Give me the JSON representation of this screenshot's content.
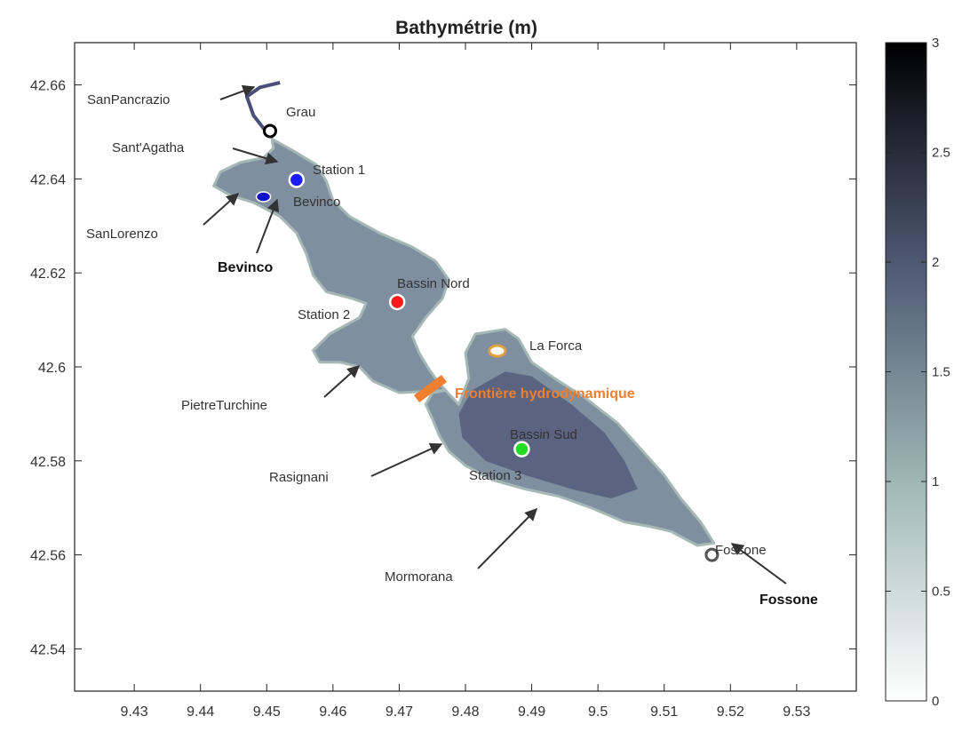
{
  "figure": {
    "title": "Bathymétrie (m)",
    "xlim": [
      9.421,
      9.539
    ],
    "ylim": [
      42.531,
      42.669
    ],
    "xticks": [
      9.43,
      9.44,
      9.45,
      9.46,
      9.47,
      9.48,
      9.49,
      9.5,
      9.51,
      9.52,
      9.53
    ],
    "yticks": [
      42.54,
      42.56,
      42.58,
      42.6,
      42.62,
      42.64,
      42.66
    ],
    "colorbar": {
      "min": 0,
      "max": 3,
      "ticks": [
        0,
        0.5,
        1,
        1.5,
        2,
        2.5,
        3
      ],
      "colors": [
        "#ffffff",
        "#9fb8b4",
        "#4f5a74",
        "#000000"
      ]
    },
    "colors": {
      "lagoon_shallow": "#a6b8b6",
      "lagoon_mid": "#7f8fa0",
      "lagoon_deep": "#4e5475",
      "channel": "#4a4f7a",
      "station1": "#1c1cff",
      "bevinco": "#1010cc",
      "station2": "#ff1a1a",
      "la_forca": "#e0a040",
      "frontier": "#f07f30",
      "station3": "#22dd22",
      "fossone": "#ff22ff",
      "arrow": "#333333"
    }
  },
  "points": [
    {
      "name": "Grau",
      "lon": 9.4505,
      "lat": 42.6502,
      "style": "open",
      "color": "#000000"
    },
    {
      "name": "Station 1",
      "lon": 9.4545,
      "lat": 42.6398,
      "style": "filled",
      "color": "#1c1cff"
    },
    {
      "name": "Bevinco",
      "lon": 9.4495,
      "lat": 42.6362,
      "style": "ellipse",
      "color": "#1010cc"
    },
    {
      "name": "Station 2",
      "lon": 9.4697,
      "lat": 42.6138,
      "style": "filled",
      "color": "#ff1a1a"
    },
    {
      "name": "La Forca",
      "lon": 9.4848,
      "lat": 42.6034,
      "style": "ring",
      "color": "#e0a040"
    },
    {
      "name": "Station 3",
      "lon": 9.4885,
      "lat": 42.5825,
      "style": "filled",
      "color": "#22dd22"
    },
    {
      "name": "Fossone",
      "lon": 9.5172,
      "lat": 42.56,
      "style": "open",
      "color": "#555555"
    }
  ],
  "labels": {
    "grau": "Grau",
    "station1": "Station 1",
    "bevinco_small": "Bevinco",
    "bassin_nord": "Bassin Nord",
    "station2": "Station 2",
    "la_forca": "La Forca",
    "frontier": "Frontière hydrodynamique",
    "bassin_sud": "Bassin Sud",
    "station3": "Station 3",
    "fossone_small": "Fossone",
    "san_pancrazio": "SanPancrazio",
    "sant_agatha": "Sant'Agatha",
    "san_lorenzo": "SanLorenzo",
    "bevinco_bold": "Bevinco",
    "pietre_turchine": "PietreTurchine",
    "rasignani": "Rasignani",
    "mormorana": "Mormorana",
    "fossone_bold": "Fossone"
  },
  "lagoon": {
    "north": [
      [
        9.4508,
        42.6485
      ],
      [
        9.454,
        42.646
      ],
      [
        9.4575,
        42.643
      ],
      [
        9.459,
        42.6395
      ],
      [
        9.46,
        42.6355
      ],
      [
        9.4625,
        42.632
      ],
      [
        9.467,
        42.6285
      ],
      [
        9.472,
        42.6255
      ],
      [
        9.4755,
        42.6225
      ],
      [
        9.4775,
        42.6185
      ],
      [
        9.4765,
        42.6145
      ],
      [
        9.474,
        42.6105
      ],
      [
        9.472,
        42.6065
      ],
      [
        9.473,
        42.603
      ],
      [
        9.4745,
        42.5995
      ],
      [
        9.476,
        42.5965
      ],
      [
        9.477,
        42.595
      ],
      [
        9.47,
        42.5945
      ],
      [
        9.466,
        42.597
      ],
      [
        9.464,
        42.6
      ],
      [
        9.461,
        42.601
      ],
      [
        9.458,
        42.601
      ],
      [
        9.457,
        42.6035
      ],
      [
        9.4595,
        42.607
      ],
      [
        9.464,
        42.6105
      ],
      [
        9.465,
        42.6135
      ],
      [
        9.463,
        42.6145
      ],
      [
        9.459,
        42.616
      ],
      [
        9.457,
        42.6195
      ],
      [
        9.456,
        42.624
      ],
      [
        9.4545,
        42.6285
      ],
      [
        9.452,
        42.632
      ],
      [
        9.448,
        42.635
      ],
      [
        9.4445,
        42.6365
      ],
      [
        9.442,
        42.6385
      ],
      [
        9.443,
        42.6415
      ],
      [
        9.446,
        42.6435
      ],
      [
        9.4495,
        42.6445
      ],
      [
        9.451,
        42.6465
      ]
    ],
    "south": [
      [
        9.477,
        42.595
      ],
      [
        9.479,
        42.592
      ],
      [
        9.4805,
        42.5975
      ],
      [
        9.48,
        42.603
      ],
      [
        9.4815,
        42.607
      ],
      [
        9.486,
        42.608
      ],
      [
        9.488,
        42.606
      ],
      [
        9.49,
        42.601
      ],
      [
        9.4935,
        42.5975
      ],
      [
        9.498,
        42.5935
      ],
      [
        9.503,
        42.588
      ],
      [
        9.5065,
        42.5825
      ],
      [
        9.51,
        42.577
      ],
      [
        9.5125,
        42.572
      ],
      [
        9.5155,
        42.567
      ],
      [
        9.5175,
        42.5625
      ],
      [
        9.515,
        42.562
      ],
      [
        9.511,
        42.565
      ],
      [
        9.508,
        42.566
      ],
      [
        9.504,
        42.567
      ],
      [
        9.499,
        42.57
      ],
      [
        9.494,
        42.5725
      ],
      [
        9.489,
        42.574
      ],
      [
        9.484,
        42.576
      ],
      [
        9.48,
        42.579
      ],
      [
        9.4775,
        42.582
      ],
      [
        9.476,
        42.5855
      ],
      [
        9.475,
        42.589
      ],
      [
        9.474,
        42.592
      ],
      [
        9.475,
        42.5945
      ]
    ],
    "deep": [
      [
        9.481,
        42.595
      ],
      [
        9.486,
        42.599
      ],
      [
        9.49,
        42.598
      ],
      [
        9.496,
        42.592
      ],
      [
        9.501,
        42.586
      ],
      [
        9.504,
        42.58
      ],
      [
        9.506,
        42.574
      ],
      [
        9.502,
        42.572
      ],
      [
        9.496,
        42.574
      ],
      [
        9.489,
        42.577
      ],
      [
        9.483,
        42.58
      ],
      [
        9.4795,
        42.585
      ],
      [
        9.479,
        42.59
      ]
    ],
    "channel": [
      [
        9.4505,
        42.649
      ],
      [
        9.448,
        42.6535
      ],
      [
        9.447,
        42.6575
      ],
      [
        9.449,
        42.6595
      ],
      [
        9.452,
        42.6605
      ]
    ]
  }
}
